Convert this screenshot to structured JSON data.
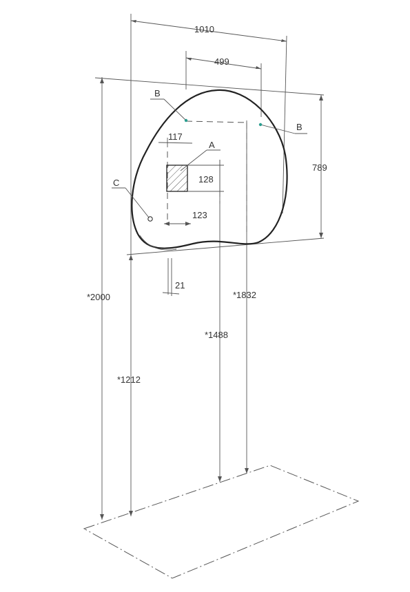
{
  "drawing": {
    "callouts": {
      "a": "A",
      "b_left": "B",
      "b_right": "B",
      "c": "C"
    },
    "dimensions": {
      "width_total": "1010",
      "bracket_spacing": "499",
      "height_mirror": "789",
      "switch_offset": "117",
      "switch_box": "128",
      "sensor_offset": "123",
      "depth": "21",
      "mount_top": "*2000",
      "mount_bottom": "*1212",
      "switch_height": "*1488",
      "bracket_height": "*1832"
    },
    "colors": {
      "ink": "#222222",
      "dim_line": "#555555",
      "marker": "#2a9d8f"
    }
  }
}
